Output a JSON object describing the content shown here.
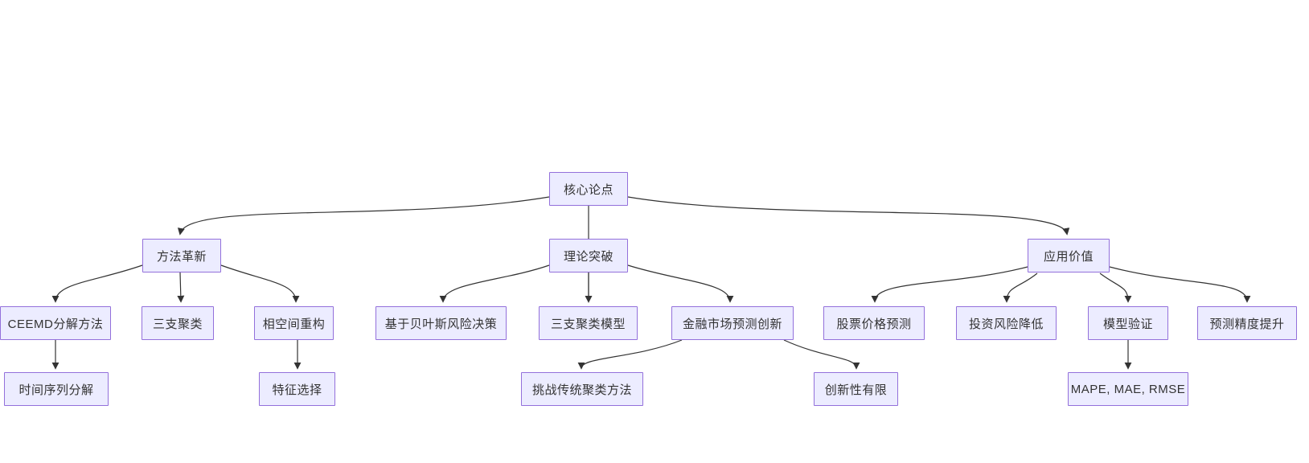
{
  "diagram": {
    "type": "flowchart-top-down",
    "colors": {
      "background": "#ffffff",
      "node_fill": "#ECECFF",
      "node_border": "#9370DB",
      "edge": "#333333",
      "text": "#333333"
    },
    "nodes": [
      {
        "id": "core-thesis",
        "label": "核心论点"
      },
      {
        "id": "method-innovation",
        "label": "方法革新"
      },
      {
        "id": "theory-breakthrough",
        "label": "理论突破"
      },
      {
        "id": "application-value",
        "label": "应用价值"
      },
      {
        "id": "ceemd-decomposition",
        "label": "CEEMD分解方法"
      },
      {
        "id": "three-way-clustering",
        "label": "三支聚类"
      },
      {
        "id": "phase-space-reconstruction",
        "label": "相空间重构"
      },
      {
        "id": "bayesian-risk-decision",
        "label": "基于贝叶斯风险决策"
      },
      {
        "id": "three-way-clustering-model",
        "label": "三支聚类模型"
      },
      {
        "id": "financial-market-forecast-innovation",
        "label": "金融市场预测创新"
      },
      {
        "id": "stock-price-prediction",
        "label": "股票价格预测"
      },
      {
        "id": "investment-risk-reduction",
        "label": "投资风险降低"
      },
      {
        "id": "model-validation",
        "label": "模型验证"
      },
      {
        "id": "forecast-accuracy-improvement",
        "label": "预测精度提升"
      },
      {
        "id": "time-series-decomposition",
        "label": "时间序列分解"
      },
      {
        "id": "feature-selection",
        "label": "特征选择"
      },
      {
        "id": "challenge-traditional-clustering",
        "label": "挑战传统聚类方法"
      },
      {
        "id": "limited-innovation",
        "label": "创新性有限"
      },
      {
        "id": "error-metrics",
        "label": "MAPE, MAE, RMSE"
      }
    ],
    "edges": [
      {
        "from": "核心论点",
        "to": "方法革新"
      },
      {
        "from": "核心论点",
        "to": "理论突破"
      },
      {
        "from": "核心论点",
        "to": "应用价值"
      },
      {
        "from": "方法革新",
        "to": "CEEMD分解方法"
      },
      {
        "from": "方法革新",
        "to": "三支聚类"
      },
      {
        "from": "方法革新",
        "to": "相空间重构"
      },
      {
        "from": "理论突破",
        "to": "基于贝叶斯风险决策"
      },
      {
        "from": "理论突破",
        "to": "三支聚类模型"
      },
      {
        "from": "理论突破",
        "to": "金融市场预测创新"
      },
      {
        "from": "应用价值",
        "to": "股票价格预测"
      },
      {
        "from": "应用价值",
        "to": "投资风险降低"
      },
      {
        "from": "应用价值",
        "to": "模型验证"
      },
      {
        "from": "应用价值",
        "to": "预测精度提升"
      },
      {
        "from": "CEEMD分解方法",
        "to": "时间序列分解"
      },
      {
        "from": "相空间重构",
        "to": "特征选择"
      },
      {
        "from": "金融市场预测创新",
        "to": "挑战传统聚类方法"
      },
      {
        "from": "金融市场预测创新",
        "to": "创新性有限"
      },
      {
        "from": "模型验证",
        "to": "MAPE, MAE, RMSE"
      }
    ]
  }
}
